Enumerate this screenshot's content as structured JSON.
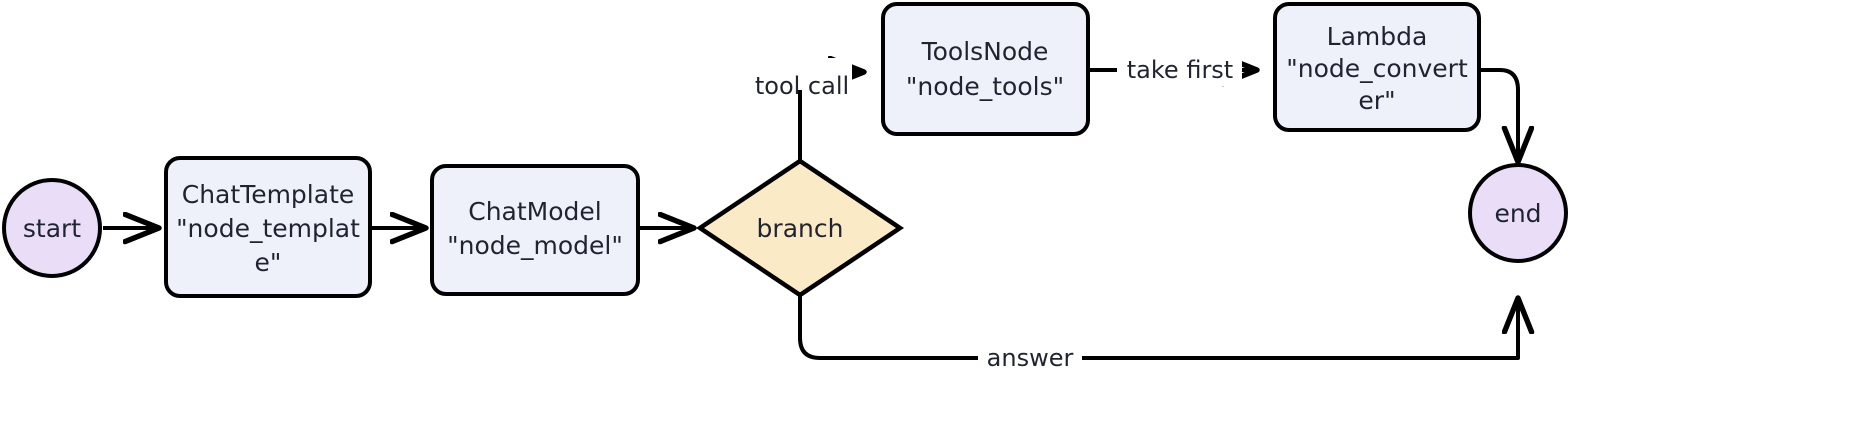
{
  "diagram": {
    "type": "flowchart",
    "direction": "left-to-right",
    "title": "",
    "background_color": "#ffffff",
    "palette": {
      "terminal_fill": "#e9ddf7",
      "process_fill": "#eef1fa",
      "decision_fill": "#fbeac6",
      "stroke": "#000000",
      "text": "#1f2430"
    },
    "nodes": [
      {
        "id": "start",
        "shape": "circle",
        "label": "start",
        "lines": [
          "start"
        ]
      },
      {
        "id": "node_template",
        "shape": "rounded-rect",
        "label": "ChatTemplate \"node_template\"",
        "lines": [
          "ChatTemplate",
          "\"node_templat",
          "e\""
        ]
      },
      {
        "id": "node_model",
        "shape": "rounded-rect",
        "label": "ChatModel \"node_model\"",
        "lines": [
          "ChatModel",
          "\"node_model\""
        ]
      },
      {
        "id": "branch",
        "shape": "diamond",
        "label": "branch",
        "lines": [
          "branch"
        ]
      },
      {
        "id": "node_tools",
        "shape": "rounded-rect",
        "label": "ToolsNode \"node_tools\"",
        "lines": [
          "ToolsNode",
          "\"node_tools\""
        ]
      },
      {
        "id": "node_converter",
        "shape": "rounded-rect",
        "label": "Lambda \"node_converter\"",
        "lines": [
          "Lambda",
          "\"node_convert",
          "er\""
        ]
      },
      {
        "id": "end",
        "shape": "circle",
        "label": "end",
        "lines": [
          "end"
        ]
      }
    ],
    "edges": [
      {
        "id": "e1",
        "from": "start",
        "to": "node_template",
        "label": ""
      },
      {
        "id": "e2",
        "from": "node_template",
        "to": "node_model",
        "label": ""
      },
      {
        "id": "e3",
        "from": "node_model",
        "to": "branch",
        "label": ""
      },
      {
        "id": "e4",
        "from": "branch",
        "to": "node_tools",
        "label": "tool call"
      },
      {
        "id": "e5",
        "from": "node_tools",
        "to": "node_converter",
        "label": "take first"
      },
      {
        "id": "e6",
        "from": "node_converter",
        "to": "end",
        "label": ""
      },
      {
        "id": "e7",
        "from": "branch",
        "to": "end",
        "label": "answer"
      }
    ]
  }
}
